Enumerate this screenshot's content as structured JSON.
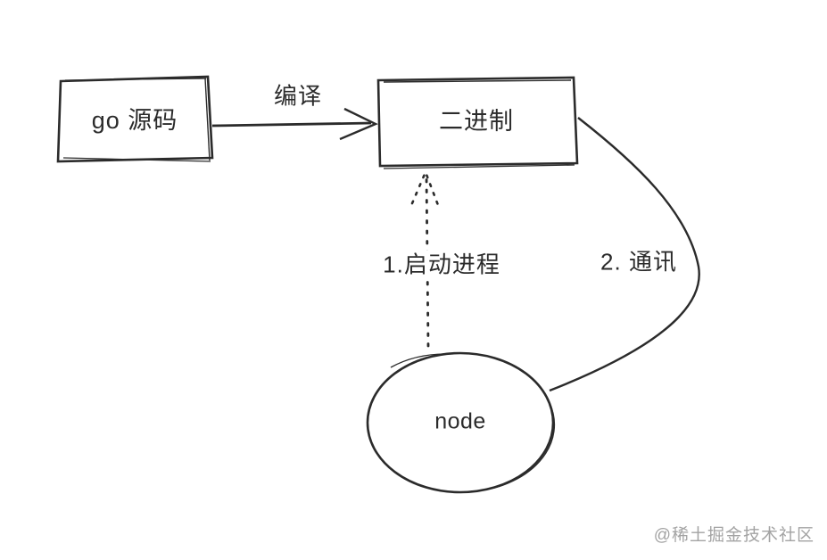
{
  "diagram": {
    "type": "flow-sketch",
    "background": "#ffffff",
    "stroke_color": "#2b2b2b",
    "text_color": "#2b2b2b",
    "watermark_color": "#a3a3a3",
    "nodes": {
      "go_source": {
        "shape": "rectangle",
        "label": "go 源码"
      },
      "binary": {
        "shape": "rectangle",
        "label": "二进制"
      },
      "node": {
        "shape": "ellipse",
        "label": "node"
      }
    },
    "edges": {
      "compile": {
        "from": "go_source",
        "to": "binary",
        "label": "编译",
        "line": "solid-arrow"
      },
      "start_process": {
        "from": "node",
        "to": "binary",
        "label": "1.启动进程",
        "line": "dotted-arrow"
      },
      "communication": {
        "from": "binary",
        "to": "node",
        "label": "2. 通讯",
        "line": "curved-line"
      }
    },
    "watermark": {
      "text": "@稀土掘金技术社区"
    }
  }
}
